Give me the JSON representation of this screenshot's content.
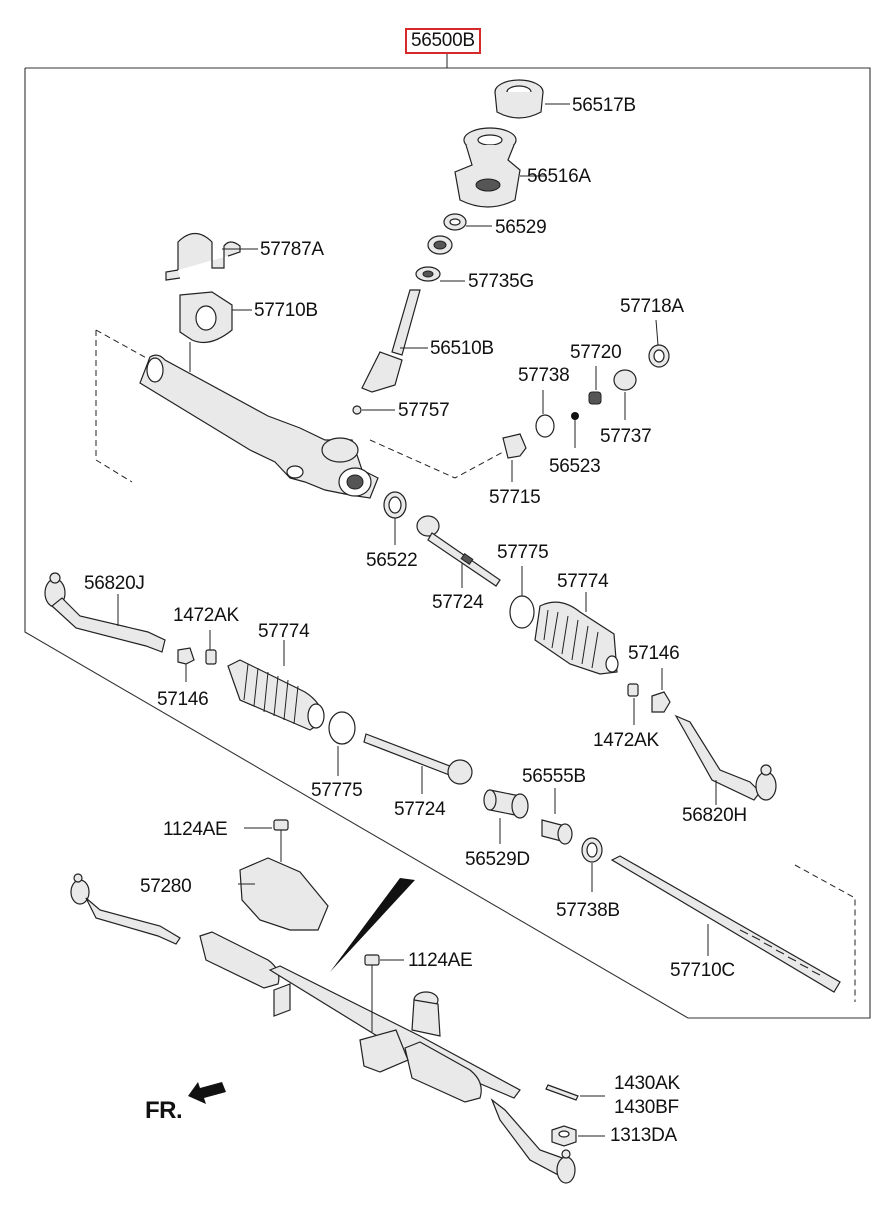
{
  "assembly": {
    "number": "56500B",
    "highlight_color": "#d62a2a"
  },
  "labels": {
    "l_56517B": "56517B",
    "l_56516A": "56516A",
    "l_56529": "56529",
    "l_57787A": "57787A",
    "l_57735G": "57735G",
    "l_57710B": "57710B",
    "l_57718A": "57718A",
    "l_56510B": "56510B",
    "l_57720": "57720",
    "l_57738": "57738",
    "l_57757": "57757",
    "l_57737": "57737",
    "l_56523": "56523",
    "l_57715": "57715",
    "l_56522": "56522",
    "l_57775_top": "57775",
    "l_57774_right": "57774",
    "l_57724_top": "57724",
    "l_56820J": "56820J",
    "l_1472AK_left": "1472AK",
    "l_57774_left": "57774",
    "l_57146_right": "57146",
    "l_57146_left": "57146",
    "l_1472AK_right": "1472AK",
    "l_57775_bottom": "57775",
    "l_57724_bottom": "57724",
    "l_56555B": "56555B",
    "l_56820H": "56820H",
    "l_1124AE_top": "1124AE",
    "l_56529D": "56529D",
    "l_57280": "57280",
    "l_57738B": "57738B",
    "l_1124AE_mid": "1124AE",
    "l_57710C": "57710C",
    "l_1430AK": "1430AK",
    "l_1430BF": "1430BF",
    "l_1313DA": "1313DA",
    "fr": "FR."
  }
}
